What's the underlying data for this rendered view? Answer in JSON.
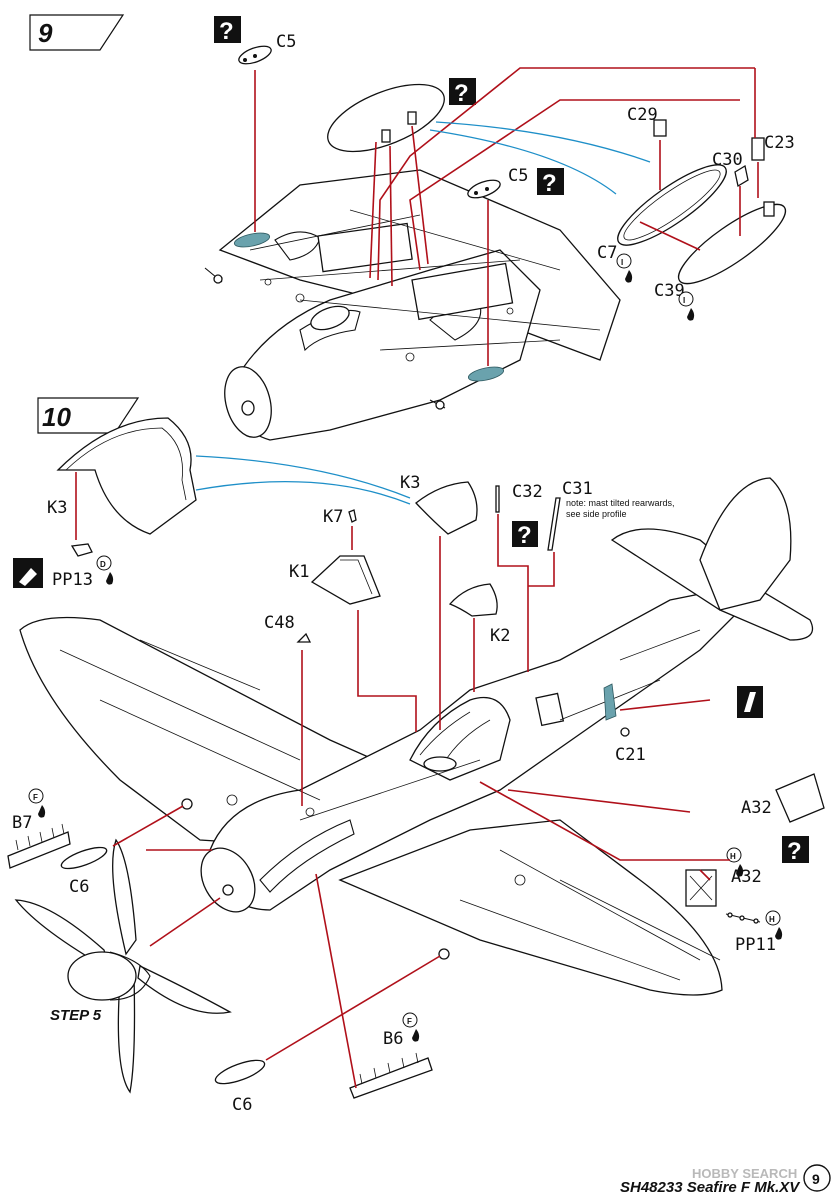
{
  "steps": {
    "step9": "9",
    "step10": "10",
    "step5": "STEP 5"
  },
  "question_mark": "?",
  "labels": {
    "c5_top": "C5",
    "c5_mid": "C5",
    "c29": "C29",
    "c30": "C30",
    "c23": "C23",
    "c7": "C7",
    "c39": "C39",
    "k3_left": "K3",
    "k3_mid": "K3",
    "pp13": "PP13",
    "k7": "K7",
    "k1": "K1",
    "c32": "C32",
    "c31": "C31",
    "k2": "K2",
    "c48": "C48",
    "c21": "C21",
    "b7": "B7",
    "c6_left": "C6",
    "c6_bottom": "C6",
    "a32_top": "A32",
    "a32_bottom": "A32",
    "pp11": "PP11",
    "b6": "B6"
  },
  "note_line1": "note: mast tilted rearwards,",
  "note_line2": "see side profile",
  "paint_codes": {
    "c7": "I",
    "c39": "I",
    "pp13": "D",
    "b7": "F",
    "b6": "F",
    "a32": "H",
    "pp11": "H"
  },
  "footer": {
    "kit": "SH48233 Seafire F Mk.XV",
    "watermark": "HOBBY SEARCH",
    "page": "9"
  },
  "colors": {
    "arrow": "#b0101a",
    "guide": "#1e8fc8",
    "clear_part": "#6aa2ad"
  }
}
